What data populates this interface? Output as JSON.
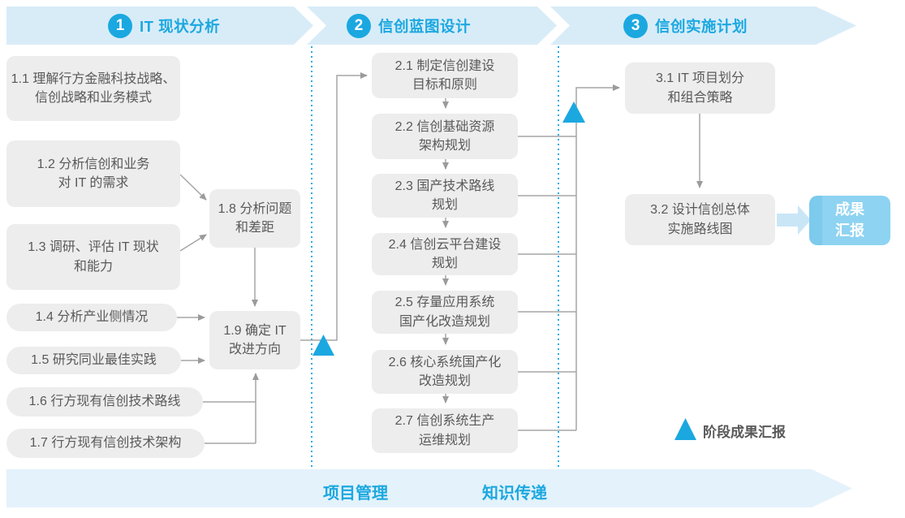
{
  "header": {
    "phases": [
      {
        "number": "1",
        "label": "IT 现状分析"
      },
      {
        "number": "2",
        "label": "信创蓝图设计"
      },
      {
        "number": "3",
        "label": "信创实施计划"
      }
    ]
  },
  "phase1": {
    "steps": {
      "s11": "1.1 理解行方金融科技战略、\n信创战略和业务模式",
      "s12": "1.2 分析信创和业务\n对 IT 的需求",
      "s13": "1.3 调研、评估 IT 现状\n和能力",
      "s14": "1.4 分析产业侧情况",
      "s15": "1.5 研究同业最佳实践",
      "s16": "1.6 行方现有信创技术路线",
      "s17": "1.7 行方现有信创技术架构",
      "s18": "1.8 分析问题\n和差距",
      "s19": "1.9 确定 IT\n改进方向"
    }
  },
  "phase2": {
    "steps": {
      "s21": "2.1 制定信创建设\n目标和原则",
      "s22": "2.2 信创基础资源\n架构规划",
      "s23": "2.3 国产技术路线\n规划",
      "s24": "2.4 信创云平台建设\n规划",
      "s25": "2.5 存量应用系统\n国产化改造规划",
      "s26": "2.6 核心系统国产化\n改造规划",
      "s27": "2.7 信创系统生产\n运维规划"
    }
  },
  "phase3": {
    "steps": {
      "s31": "3.1 IT 项目划分\n和组合策略",
      "s32": "3.2 设计信创总体\n实施路线图"
    },
    "result_label": "成果\n汇报"
  },
  "legend": {
    "label": "阶段成果汇报"
  },
  "footer": {
    "labels": [
      "项目管理",
      "知识传递"
    ]
  },
  "colors": {
    "accent": "#1ba8e0",
    "top_band": "#d8ecf8",
    "bottom_band": "#e4f2fb",
    "box_bg": "#ededed",
    "box_text": "#595959",
    "connector": "#a5a5a5",
    "result_box_bg": "#8ed3f1",
    "thick_arrow": "#c9e6f7"
  }
}
